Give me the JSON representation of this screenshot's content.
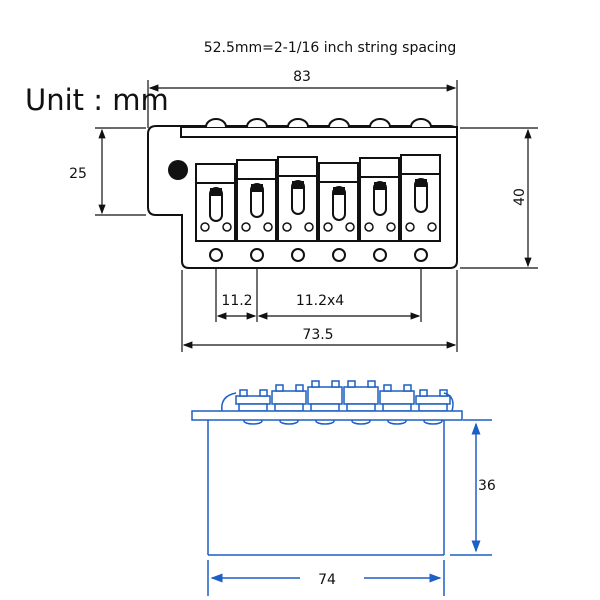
{
  "title": "52.5mm=2-1/16 inch string spacing",
  "unit_label": "Unit : mm",
  "top_view": {
    "overall_width": "83",
    "plate_height_left": "25",
    "overall_height": "40",
    "spacing_single": "11.2",
    "spacing_multi": "11.2x4",
    "hole_span": "73.5",
    "saddle_count": 6
  },
  "side_view": {
    "block_height": "36",
    "block_width": "74"
  },
  "colors": {
    "line": "#111111",
    "side_view": "#1d5fc4"
  }
}
